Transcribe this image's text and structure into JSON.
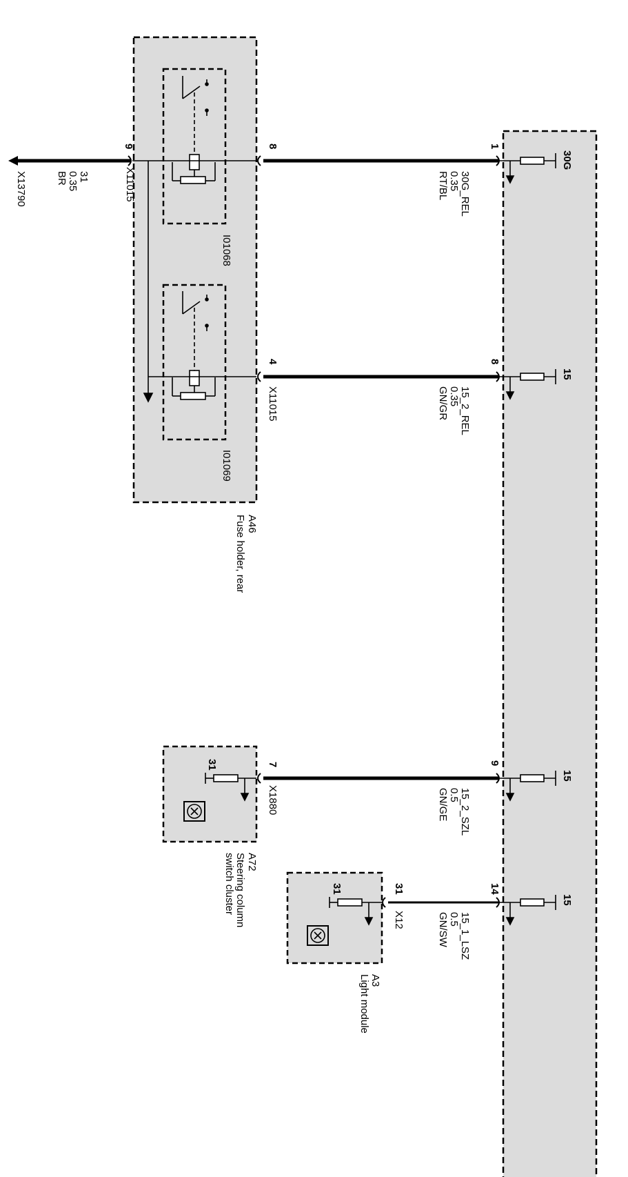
{
  "ground": {
    "connector": "X13790",
    "terminal": "31",
    "size": "0.35",
    "color": "BR"
  },
  "fuse_holder": {
    "code": "A46",
    "name": "Fuse holder, rear",
    "connector_left": "X11015",
    "connector_right": "X11015",
    "relay_1": "I01068",
    "relay_2": "I01069"
  },
  "wires": [
    {
      "pin_left": "8",
      "pin_right": "1",
      "signal": "30G_REL",
      "size": "0.35",
      "color": "RT/BL",
      "module_terminal": "30G"
    },
    {
      "pin_left": "4",
      "pin_right": "8",
      "signal": "15_2_REL",
      "size": "0.35",
      "color": "GN/GR",
      "module_terminal": "15"
    },
    {
      "pin_left": "7",
      "pin_right": "9",
      "signal": "15_2_SZL",
      "size": "0.5",
      "color": "GN/GE",
      "module_terminal": "15"
    },
    {
      "pin_left": "31",
      "pin_right": "14",
      "signal": "15_1_LSZ",
      "size": "0.5",
      "color": "GN/SW",
      "module_terminal": "15"
    }
  ],
  "pin_ground": "9",
  "steering_cluster": {
    "code": "A72",
    "name_line1": "Steering column",
    "name_line2": "switch cluster",
    "connector": "X1880",
    "ground_terminal": "31"
  },
  "light_module": {
    "code": "A3",
    "name": "Light module",
    "connector": "X12",
    "ground_terminal": "31"
  },
  "colors": {
    "box_fill": "#dcdcdc",
    "line": "#000000"
  }
}
